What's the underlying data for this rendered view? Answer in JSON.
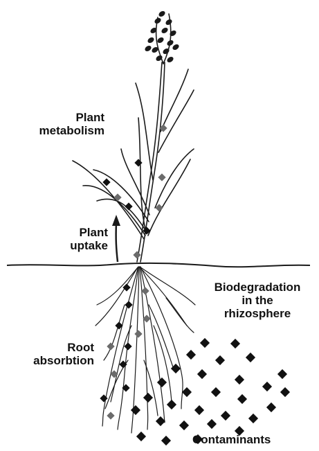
{
  "labels": {
    "plant_metabolism": [
      "Plant",
      "metabolism"
    ],
    "plant_uptake": [
      "Plant",
      "uptake"
    ],
    "biodegradation": [
      "Biodegradation",
      "in the",
      "rhizosphere"
    ],
    "root_absorption": [
      "Root",
      "absorbtion"
    ],
    "contaminants": "Contaminants"
  },
  "colors": {
    "line": "#1a1a1a",
    "contaminant": "#111111",
    "absorbed": "#6b6b6b"
  }
}
